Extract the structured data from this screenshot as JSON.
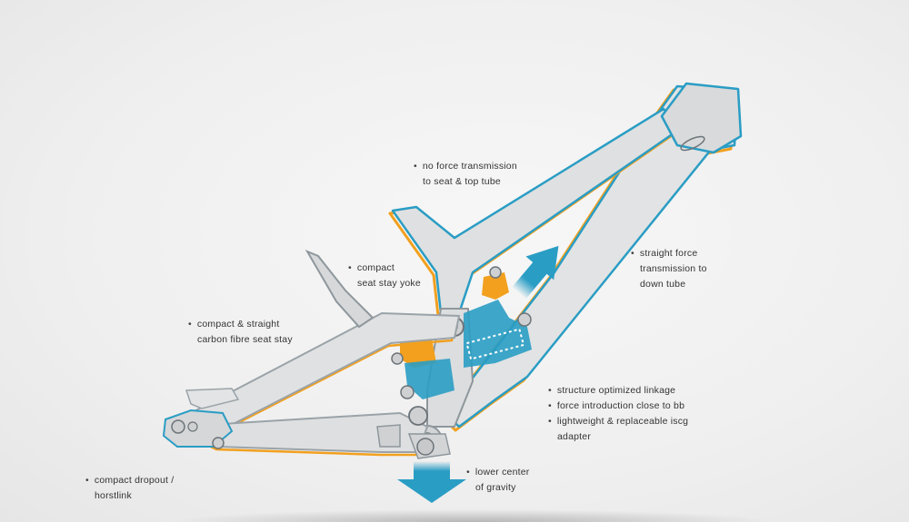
{
  "colors": {
    "background": "#efefef",
    "frame_fill": "#e2e3e4",
    "frame_stroke": "#9aa3a8",
    "accent_blue": "#2a9dc4",
    "accent_orange": "#f2a01e",
    "text": "#333333"
  },
  "icons": [
    "force-arrow-up-icon",
    "gravity-arrow-down-icon"
  ],
  "annotations": {
    "seat_top_tube": [
      "no force transmission",
      "to seat & top tube"
    ],
    "down_tube": [
      "straight force",
      "transmission to",
      "down tube"
    ],
    "yoke": [
      "compact",
      "seat stay yoke"
    ],
    "seat_stay": [
      "compact & straight",
      "carbon fibre seat stay"
    ],
    "linkage": [
      "structure optimized linkage",
      "force introduction close to bb",
      "lightweight & replaceable iscg",
      "adapter"
    ],
    "gravity": [
      "lower center",
      "of gravity"
    ],
    "dropout": [
      "compact dropout /",
      "horstlink"
    ]
  }
}
